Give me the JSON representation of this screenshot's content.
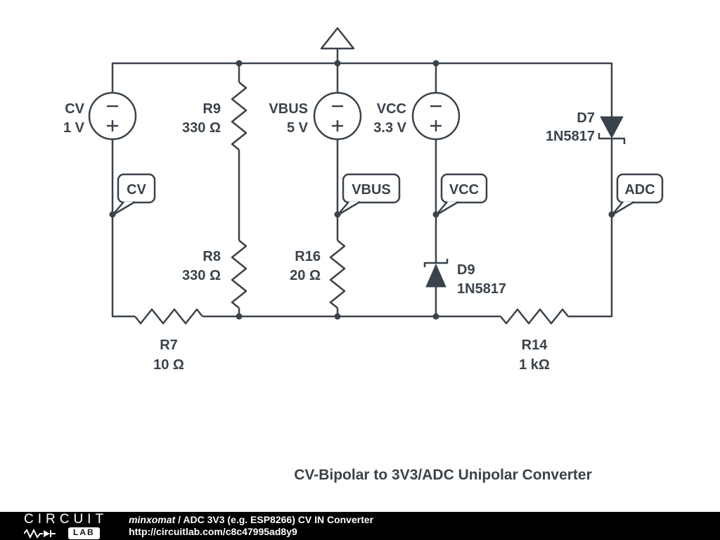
{
  "colors": {
    "schematic": "#3A424B",
    "footer_bg": "#000000",
    "footer_text": "#FFFFFF"
  },
  "components": {
    "v_cv": {
      "ref": "CV",
      "value": "1 V"
    },
    "r9": {
      "ref": "R9",
      "value": "330 Ω"
    },
    "v_vbus": {
      "ref": "VBUS",
      "value": "5 V"
    },
    "v_vcc": {
      "ref": "VCC",
      "value": "3.3 V"
    },
    "d7": {
      "ref": "D7",
      "value": "1N5817"
    },
    "r8": {
      "ref": "R8",
      "value": "330 Ω"
    },
    "r16": {
      "ref": "R16",
      "value": "20 Ω"
    },
    "d9": {
      "ref": "D9",
      "value": "1N5817"
    },
    "r7": {
      "ref": "R7",
      "value": "10 Ω"
    },
    "r14": {
      "ref": "R14",
      "value": "1 kΩ"
    }
  },
  "net_flags": {
    "cv": "CV",
    "vbus": "VBUS",
    "vcc": "VCC",
    "adc": "ADC"
  },
  "caption": "CV-Bipolar to 3V3/ADC Unipolar Converter",
  "footer": {
    "logo_primary": "CIRCUIT",
    "logo_secondary": "LAB",
    "author": "minxomat",
    "separator": " / ",
    "circuit_title": "ADC 3V3 (e.g. ESP8266) CV IN Converter",
    "url": "http://circuitlab.com/c8c47995ad8y9"
  }
}
